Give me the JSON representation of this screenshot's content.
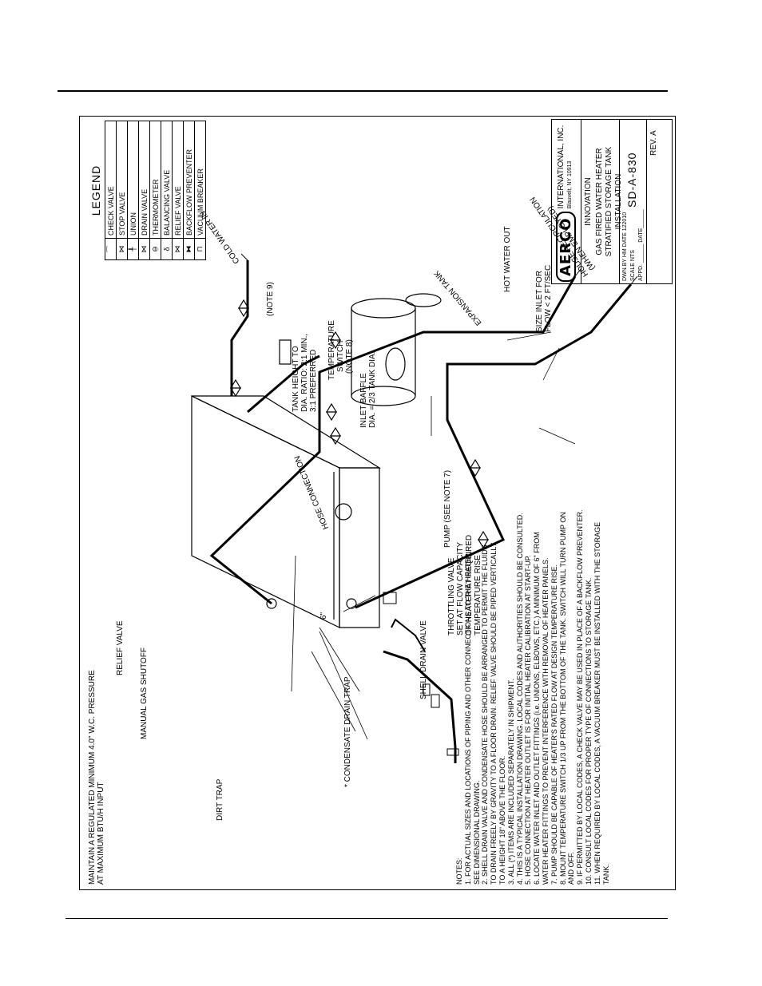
{
  "labels": {
    "gas_pressure_1": "MAINTAIN  A  REGULATED  MINIMUM  4.0\"  W.C.  PRESSURE",
    "gas_pressure_2": "AT MAXIMUM BTU/H INPUT",
    "relief_valve": "RELIEF  VALVE",
    "manual_gas_shutoff": "MANUAL  GAS  SHUTOFF",
    "dirt_trap": "DIRT  TRAP",
    "condensate_drain_trap": "*  CONDENSATE  DRAIN  TRAP",
    "shell_drain_valve": "SHELL  DRAIN  VALVE",
    "throttling_1": "THROTTLING  VALVE",
    "throttling_2": "SET AT FLOW CAPACITY",
    "throttling_3": "OF  HEATER  AT  REQUIRED",
    "throttling_4": "TEMPERATURE  RISE",
    "pump": "PUMP  (SEE  NOTE  7)",
    "hose_connection": "HOSE  CONNECTION",
    "six_inch": "6\"",
    "tank_height_1": "TANK  HEIGHT  TO",
    "tank_height_2": "DIA.  RATIO:  2:1  MIN.,",
    "tank_height_3": "3:1  PREFERRED",
    "inlet_baffle_1": "INLET  BAFFLE",
    "inlet_baffle_2": "DIA.  =  2/3  TANK  DIA.",
    "temp_switch_1": "TEMPERATURE",
    "temp_switch_2": "SWITCH",
    "temp_switch_3": "(NOTE 8)",
    "expansion_tank": "EXPANSION  TANK",
    "hot_water_out": "HOT  WATER  OUT",
    "size_inlet_1": "SIZE  INLET  FOR",
    "size_inlet_2": "FLOW < 2  FT/SEC",
    "recirc_1": "HOUSE  RECIRCULATION",
    "recirc_2": "(WHEN  EMPLOYED)",
    "note9": "(NOTE  9)",
    "cold_water_in": "COLD  WATER  IN"
  },
  "notes": {
    "title": "NOTES:",
    "items": [
      "1. FOR ACTUAL SIZES AND LOCATIONS OF PIPING AND OTHER CONNECTIONS TO THE HEATER,",
      "    SEE DIMENSIONAL DRAWING.",
      "2. SHELL DRAIN VALVE AND CONDENSATE HOSE SHOULD BE ARRANGED  TO PERMIT THE FLUIDS",
      "    TO DRAIN FREELY BY GRAVITY TO A FLOOR DRAIN. RELIEF VALVE SHOULD BE PIPED VERTICALLY",
      "    TO A HEIGHT 18\" ABOVE THE FLOOR.",
      "3. ALL (*) ITEMS ARE INCLUDED SEPARATELY IN SHIPMENT.",
      "4. THIS IS A TYPICAL INSTALLATION DRAWING. LOCAL CODES AND AUTHORITIES SHOULD BE CONSULTED.",
      "5. HOSE CONNECTION AT HEATER OUTLET IS FOR INITIAL HEATER CALIBRATION AT START-UP.",
      "6. LOCATE WATER INLET AND OUTLET FITTINGS (i.e. UNIONS, ELBOWS, ETC.) A MINIMUM OF 6\" FROM",
      "    WATER HEATER FITTINGS TO PREVENT INTERFERENCE WITH REMOVAL OF HEATER PANELS.",
      "7. PUMP SHOULD BE CAPABLE OF HEATER'S RATED FLOW AT DESIGN TEMPERATURE RISE.",
      "8. MOUNT TEMPERATURE SWITCH 1/3 UP FROM THE BOTTOM OF THE TANK. SWITCH WILL TURN PUMP ON",
      "    AND OFF.",
      "9. IF PERMITTED BY LOCAL CODES, A CHECK VALVE MAY BE USED IN PLACE OF A BACKFLOW PREVENTER.",
      "10. CONSULT LOCAL CODES FOR PROPER TYPE OF CONNECTIONS TO STORAGE TANK.",
      "11. WHEN REQUIRED BY LOCAL CODES, A VACUUM BREAKER MUST BE INSTALLED WITH THE STORAGE",
      "      TANK."
    ]
  },
  "legend": {
    "title": "LEGEND",
    "items": [
      {
        "symbol": "⁀",
        "label": "CHECK VALVE"
      },
      {
        "symbol": "⋈",
        "label": "STOP VALVE"
      },
      {
        "symbol": "╀",
        "label": "UNION"
      },
      {
        "symbol": "⋈",
        "label": "DRAIN VALVE"
      },
      {
        "symbol": "⊖",
        "label": "THERMOMETER"
      },
      {
        "symbol": "δ",
        "label": "BALANCING VALVE"
      },
      {
        "symbol": "⋈",
        "label": "RELIEF VALVE"
      },
      {
        "symbol": "⧓",
        "label": "BACKFLOW PREVENTER"
      },
      {
        "symbol": "⊓",
        "label": "VACUUM BREAKER"
      }
    ]
  },
  "title_block": {
    "logo": "AERCO",
    "company": "INTERNATIONAL,  INC.",
    "address": "Blauvelt, NY 10913",
    "product": "INNOVATION",
    "title_1": "GAS  FIRED  WATER  HEATER",
    "title_2": "STRATIFIED  STORAGE  TANK  INSTALLATION",
    "dwn_by": "DWN.BY  HM    DATE 122010",
    "scale": "SCALE   NTS",
    "appd": "APPD. ______ DATE______",
    "drawing_no": "SD-A-830",
    "rev_label": "REV.",
    "rev": "A"
  }
}
